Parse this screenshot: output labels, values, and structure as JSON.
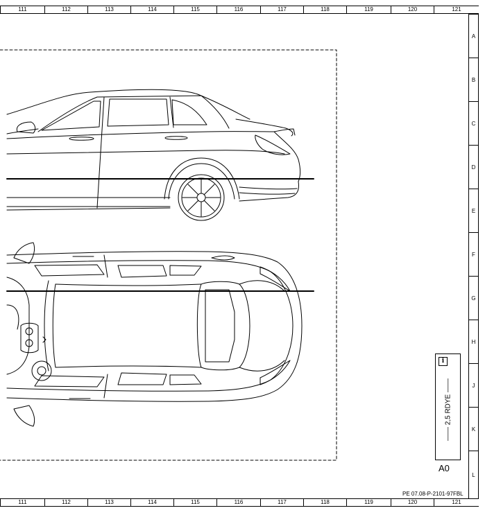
{
  "columns": [
    "111",
    "112",
    "113",
    "114",
    "115",
    "116",
    "117",
    "118",
    "119",
    "120",
    "121"
  ],
  "rows": [
    "A",
    "B",
    "C",
    "D",
    "E",
    "F",
    "G",
    "H",
    "J",
    "K",
    "L"
  ],
  "info": {
    "icon": "info-icon",
    "label": "2,5 RDYE",
    "frame_size": "A0"
  },
  "reference": "PE 07.08-P-2101-97FBL"
}
